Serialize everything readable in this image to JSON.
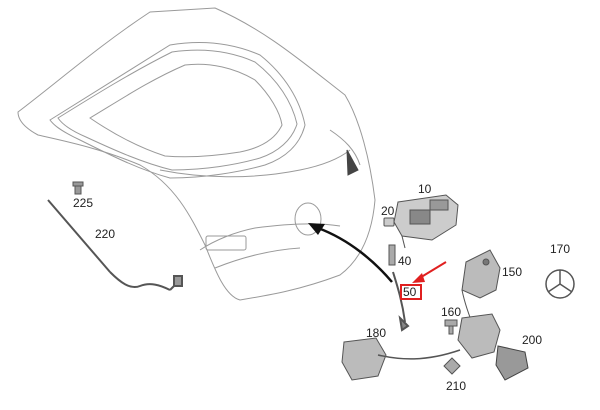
{
  "diagram": {
    "colors": {
      "line": "#9a9a9a",
      "dark": "#333333",
      "part": "#7a7a7a",
      "highlight": "#e02020",
      "arrow": "#111111"
    },
    "parts": [
      {
        "id": "10",
        "label": "10"
      },
      {
        "id": "20",
        "label": "20"
      },
      {
        "id": "40",
        "label": "40"
      },
      {
        "id": "50",
        "label": "50",
        "highlighted": true
      },
      {
        "id": "150",
        "label": "150"
      },
      {
        "id": "160",
        "label": "160"
      },
      {
        "id": "170",
        "label": "170"
      },
      {
        "id": "180",
        "label": "180"
      },
      {
        "id": "200",
        "label": "200"
      },
      {
        "id": "210",
        "label": "210"
      },
      {
        "id": "220",
        "label": "220"
      },
      {
        "id": "225",
        "label": "225"
      }
    ]
  }
}
